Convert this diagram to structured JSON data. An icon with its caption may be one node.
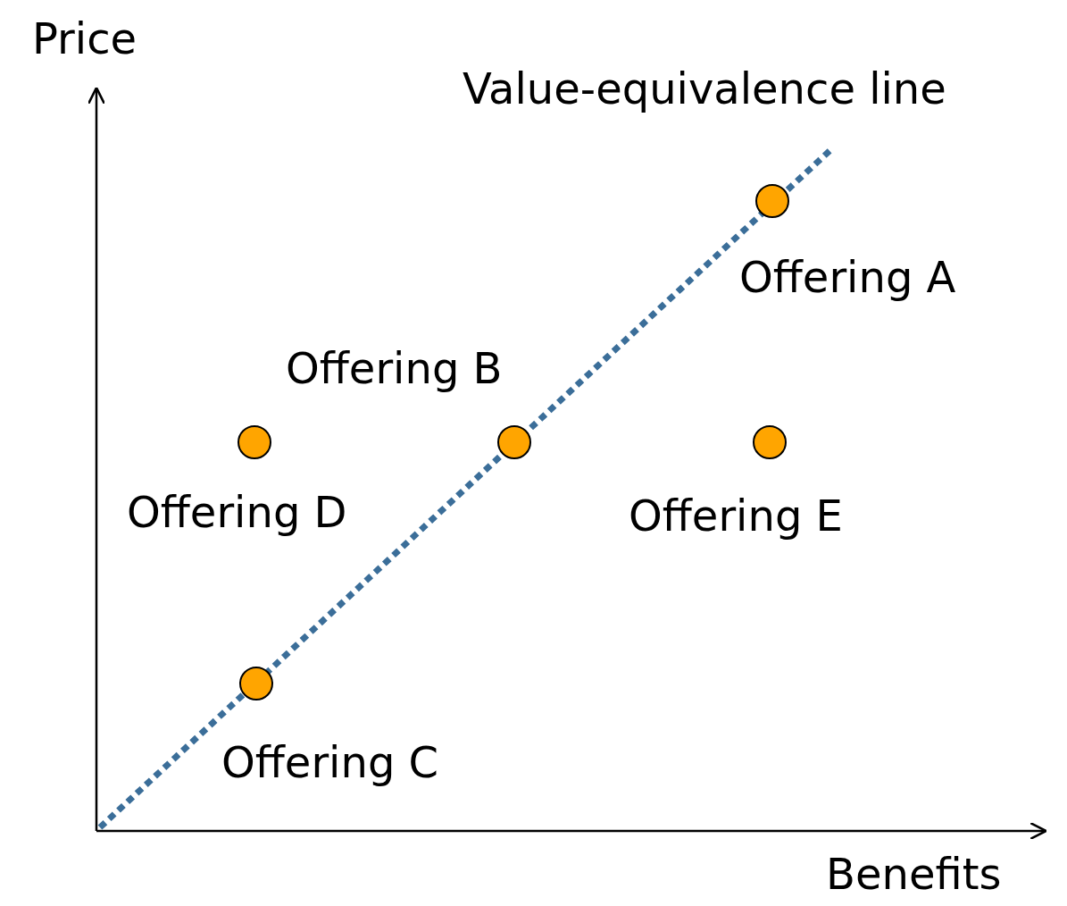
{
  "diagram": {
    "nodes": [
      {
        "text": [],
        "shape": "circle",
        "beside": [
          "Offering A"
        ]
      },
      {
        "text": [],
        "shape": "circle",
        "beside": [
          "Offering D"
        ]
      },
      {
        "text": [],
        "shape": "circle",
        "beside": [
          "Offering B"
        ]
      },
      {
        "text": [],
        "shape": "circle",
        "beside": [
          "Offering E"
        ]
      },
      {
        "text": [],
        "shape": "circle",
        "beside": [
          "Offering C"
        ]
      }
    ],
    "edges": [],
    "labels": [
      "Price",
      "Value-equivalence line",
      "Benefits"
    ]
  }
}
